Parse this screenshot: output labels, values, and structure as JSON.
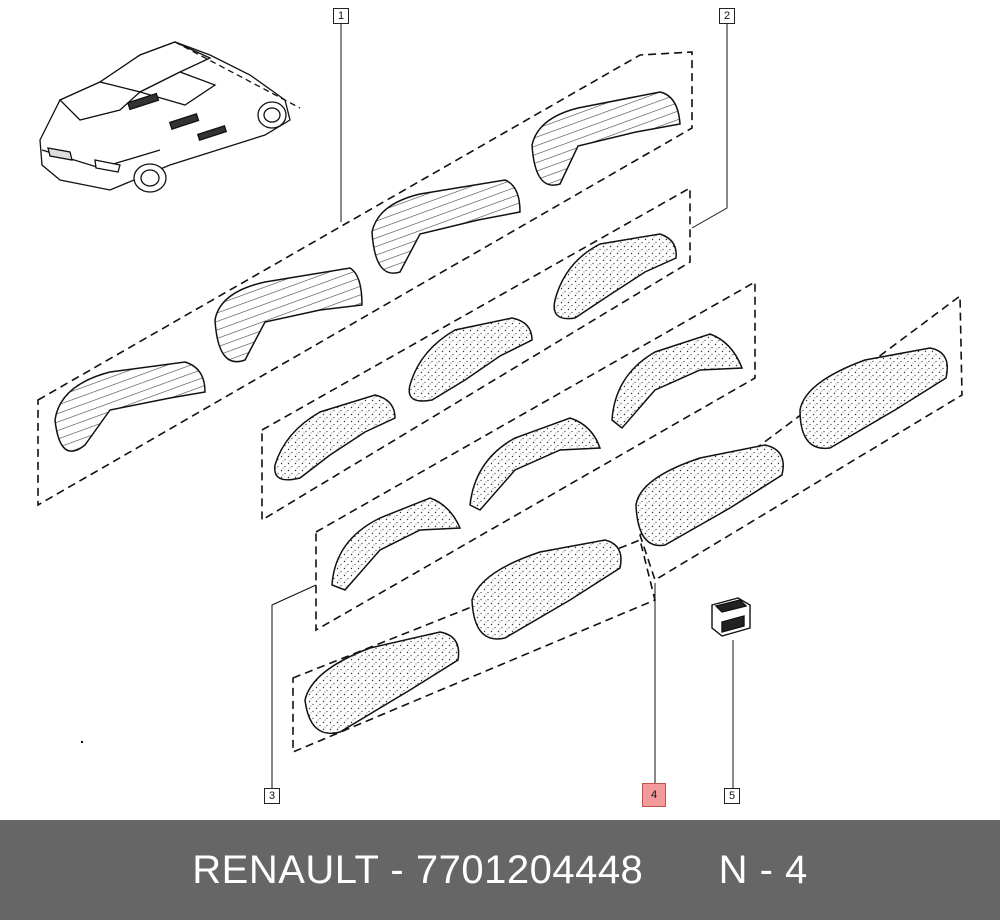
{
  "callouts": [
    {
      "label": "1",
      "highlighted": false
    },
    {
      "label": "2",
      "highlighted": false
    },
    {
      "label": "3",
      "highlighted": false
    },
    {
      "label": "4",
      "highlighted": true
    },
    {
      "label": "5",
      "highlighted": false
    }
  ],
  "footer": {
    "brand": "RENAULT",
    "separator": "-",
    "part_number": "7701204448",
    "position_label": "N - 4"
  },
  "colors": {
    "highlight": "#f49a9a",
    "footer_bg": "#666666",
    "footer_text": "#ffffff"
  }
}
